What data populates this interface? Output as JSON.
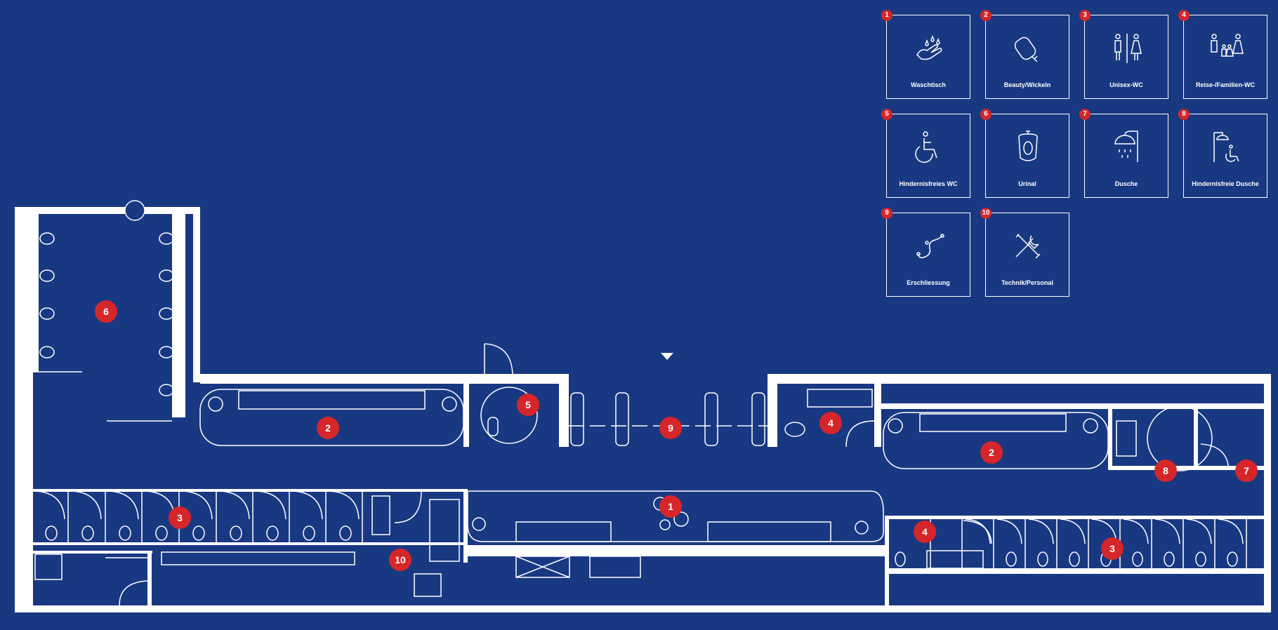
{
  "colors": {
    "background": "#193882",
    "lines": "#ffffff",
    "marker": "#d5262a"
  },
  "legend": [
    {
      "num": "1",
      "label": "Waschtisch",
      "icon": "handwash-icon"
    },
    {
      "num": "2",
      "label": "Beauty/Wickeln",
      "icon": "baby-bottle-icon"
    },
    {
      "num": "3",
      "label": "Unisex-WC",
      "icon": "unisex-wc-icon"
    },
    {
      "num": "4",
      "label": "Reise-/Familien-WC",
      "icon": "family-wc-icon"
    },
    {
      "num": "5",
      "label": "Hindernisfreies WC",
      "icon": "wheelchair-icon"
    },
    {
      "num": "6",
      "label": "Urinal",
      "icon": "urinal-icon"
    },
    {
      "num": "7",
      "label": "Dusche",
      "icon": "shower-icon"
    },
    {
      "num": "8",
      "label": "Hindernisfreie Dusche",
      "icon": "accessible-shower-icon"
    },
    {
      "num": "9",
      "label": "Erschliessung",
      "icon": "path-icon"
    },
    {
      "num": "10",
      "label": "Technik/Personal",
      "icon": "tools-icon"
    }
  ],
  "plan_markers": [
    "6",
    "2",
    "5",
    "9",
    "4",
    "2",
    "8",
    "7",
    "1",
    "3",
    "10",
    "4",
    "3"
  ]
}
